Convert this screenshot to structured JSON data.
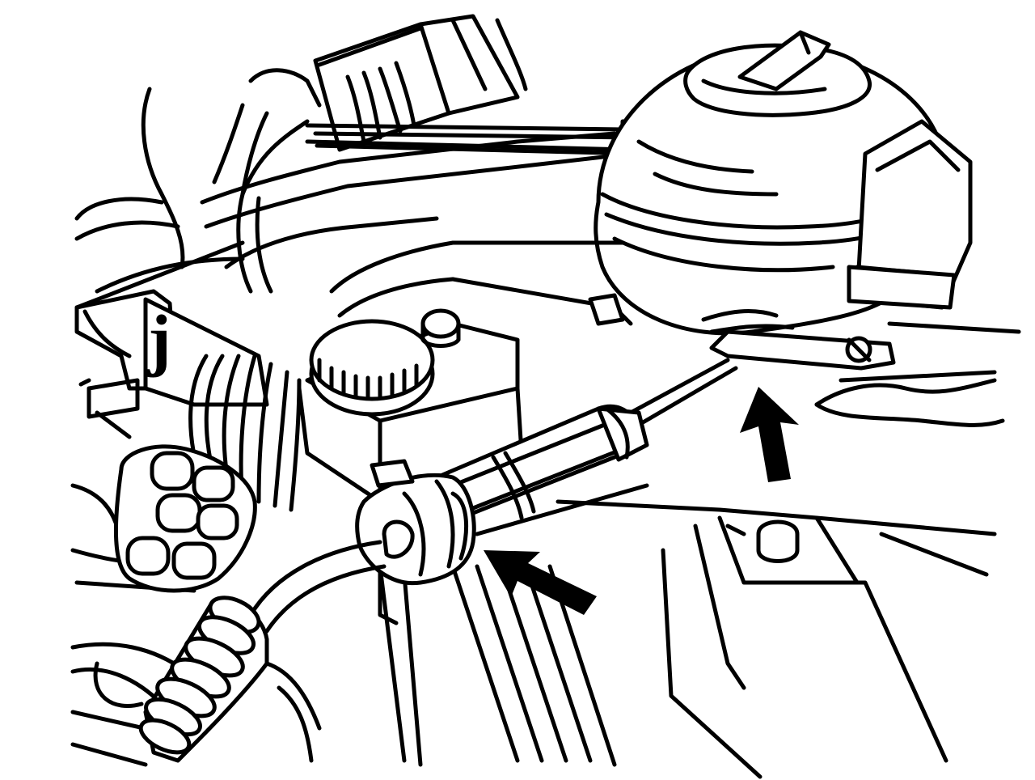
{
  "figure": {
    "part_marking": "j"
  },
  "colors": {
    "line": "#000000",
    "background": "#ffffff"
  },
  "callouts": [
    {
      "name": "arrow-pointing-at-reservoir-mount-bolt",
      "direction": "up"
    },
    {
      "name": "arrow-pointing-at-hose-clamp",
      "direction": "up-left"
    }
  ]
}
